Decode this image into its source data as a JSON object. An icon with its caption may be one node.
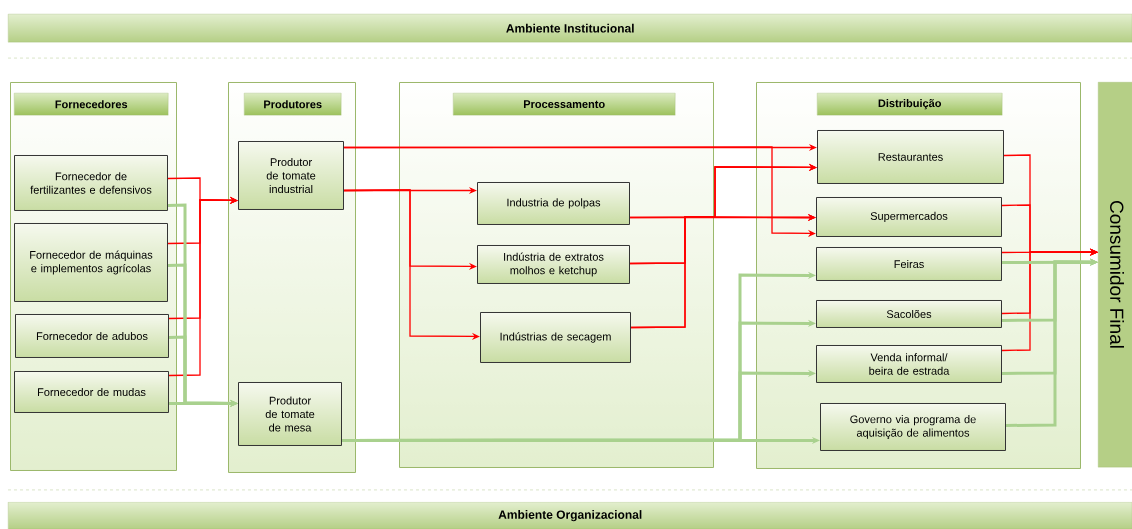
{
  "diagram": {
    "nodes": [
      {
        "text": [
          "Ambiente Institucional"
        ]
      },
      {
        "text": [
          "Fornecedores"
        ]
      },
      {
        "text": [
          "Fornecedor de fertilizantes e defensivos"
        ],
        "in": 1
      },
      {
        "text": [
          "Fornecedor de máquinas e implementos agrícolas"
        ],
        "in": 1
      },
      {
        "text": [
          "Fornecedor de adubos"
        ],
        "in": 1
      },
      {
        "text": [
          "Fornecedor de mudas"
        ],
        "in": 1
      },
      {
        "text": [
          "Produtores"
        ]
      },
      {
        "text": [
          "Produtor de tomate industrial"
        ],
        "in": 6
      },
      {
        "text": [
          "Produtor de tomate de mesa"
        ],
        "in": 6
      },
      {
        "text": [
          "Processamento"
        ]
      },
      {
        "text": [
          "Industria de polpas"
        ],
        "in": 9
      },
      {
        "text": [
          "Indústria de extratos molhos e ketchup"
        ],
        "in": 9
      },
      {
        "text": [
          "Indústrias de secagem"
        ],
        "in": 9
      },
      {
        "text": [
          "Distribuição"
        ]
      },
      {
        "text": [
          "Restaurantes"
        ],
        "in": 13
      },
      {
        "text": [
          "Supermercados"
        ],
        "in": 13
      },
      {
        "text": [
          "Feiras"
        ],
        "in": 13
      },
      {
        "text": [
          "Sacolões"
        ],
        "in": 13
      },
      {
        "text": [
          "Venda informal/ beira de estrada"
        ],
        "in": 13
      },
      {
        "text": [
          "Governo via programa de aquisição de alimentos"
        ],
        "in": 13
      },
      {
        "text": [
          "Consumidor Final"
        ]
      },
      {
        "text": [
          "Ambiente Organizacional"
        ]
      }
    ],
    "edges": [
      {
        "from": 2,
        "to": 7,
        "arrow": "to"
      },
      {
        "from": 3,
        "to": 7,
        "arrow": "to"
      },
      {
        "from": 4,
        "to": 7,
        "arrow": "to"
      },
      {
        "from": 5,
        "to": 7,
        "arrow": "to"
      },
      {
        "from": 2,
        "to": 8,
        "arrow": "to",
        "style": "thick",
        "color": "#a9d18e"
      },
      {
        "from": 3,
        "to": 8,
        "arrow": "to",
        "style": "thick",
        "color": "#a9d18e"
      },
      {
        "from": 4,
        "to": 8,
        "arrow": "to",
        "style": "thick",
        "color": "#a9d18e"
      },
      {
        "from": 5,
        "to": 8,
        "arrow": "to",
        "style": "thick",
        "color": "#a9d18e"
      },
      {
        "from": 7,
        "to": 14,
        "arrow": "to"
      },
      {
        "from": 7,
        "to": 15,
        "arrow": "to"
      },
      {
        "from": 7,
        "to": 10,
        "arrow": "to"
      },
      {
        "from": 7,
        "to": 11,
        "arrow": "to"
      },
      {
        "from": 7,
        "to": 12,
        "arrow": "to"
      },
      {
        "from": 10,
        "to": 14,
        "arrow": "to"
      },
      {
        "from": 10,
        "to": 15,
        "arrow": "to"
      },
      {
        "from": 11,
        "to": 14,
        "arrow": "to"
      },
      {
        "from": 11,
        "to": 15,
        "arrow": "to"
      },
      {
        "from": 12,
        "to": 14,
        "arrow": "to"
      },
      {
        "from": 12,
        "to": 15,
        "arrow": "to"
      },
      {
        "from": 8,
        "to": 16,
        "arrow": "to",
        "style": "thick",
        "color": "#a9d18e"
      },
      {
        "from": 8,
        "to": 17,
        "arrow": "to",
        "style": "thick",
        "color": "#a9d18e"
      },
      {
        "from": 8,
        "to": 18,
        "arrow": "to",
        "style": "thick",
        "color": "#a9d18e"
      },
      {
        "from": 8,
        "to": 19,
        "arrow": "to",
        "style": "thick",
        "color": "#a9d18e"
      },
      {
        "from": 14,
        "to": 20,
        "arrow": "to"
      },
      {
        "from": 15,
        "to": 20,
        "arrow": "to"
      },
      {
        "from": 16,
        "to": 20,
        "arrow": "to"
      },
      {
        "from": 17,
        "to": 20,
        "arrow": "to"
      },
      {
        "from": 18,
        "to": 20,
        "arrow": "to"
      },
      {
        "from": 16,
        "to": 20,
        "arrow": "to",
        "style": "thick",
        "color": "#a9d18e"
      },
      {
        "from": 17,
        "to": 20,
        "arrow": "to",
        "style": "thick",
        "color": "#a9d18e"
      },
      {
        "from": 18,
        "to": 20,
        "arrow": "to",
        "style": "thick",
        "color": "#a9d18e"
      },
      {
        "from": 19,
        "to": 20,
        "arrow": "to",
        "style": "thick",
        "color": "#a9d18e"
      }
    ]
  }
}
